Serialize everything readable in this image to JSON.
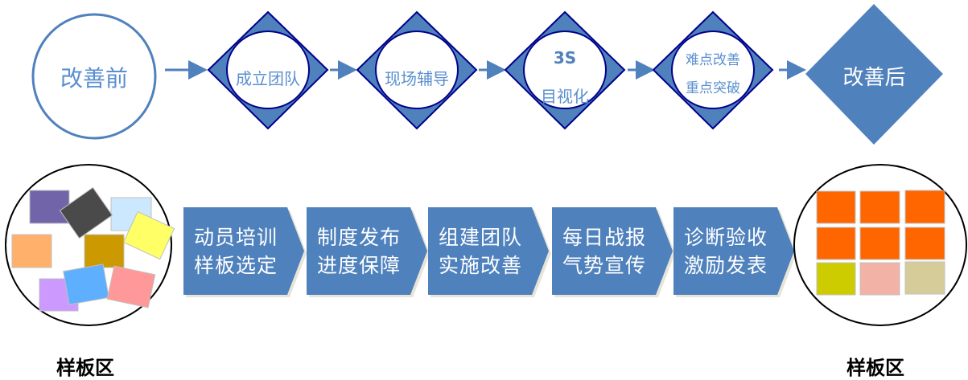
{
  "start": {
    "label": "改善前"
  },
  "steps": [
    {
      "lines": [
        "成立团队"
      ]
    },
    {
      "lines": [
        "现场辅导"
      ]
    },
    {
      "lines": [
        "3S",
        "目视化"
      ]
    },
    {
      "lines": [
        "难点改善",
        "重点突破"
      ]
    }
  ],
  "end": {
    "label": "改善后"
  },
  "phases": [
    {
      "line1": "动员培训",
      "line2": "样板选定"
    },
    {
      "line1": "制度发布",
      "line2": "进度保障"
    },
    {
      "line1": "组建团队",
      "line2": "实施改善"
    },
    {
      "line1": "每日战报",
      "line2": "气势宣传"
    },
    {
      "line1": "诊断验收",
      "line2": "激励发表"
    }
  ],
  "left_label": "样板区",
  "right_label": "样板区",
  "colors": {
    "accent": "#4f81bd",
    "outline": "#00008b",
    "text_blue": "#5a8fd0"
  }
}
